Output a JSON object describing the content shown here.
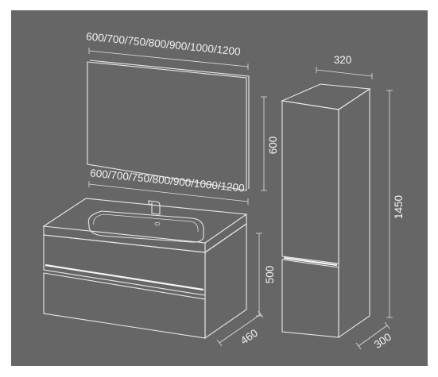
{
  "colors": {
    "background": "#666666",
    "outline": "#e8e8e8",
    "border": "#ffffff"
  },
  "dimensions": {
    "mirror_width": "600/700/750/800/900/1000/1200",
    "mirror_height": "600",
    "basin_width": "600/700/750/800/900/1000/1200",
    "cabinet_height": "500",
    "cabinet_depth": "460",
    "column_width": "320",
    "column_height": "1450",
    "column_depth": "300"
  }
}
